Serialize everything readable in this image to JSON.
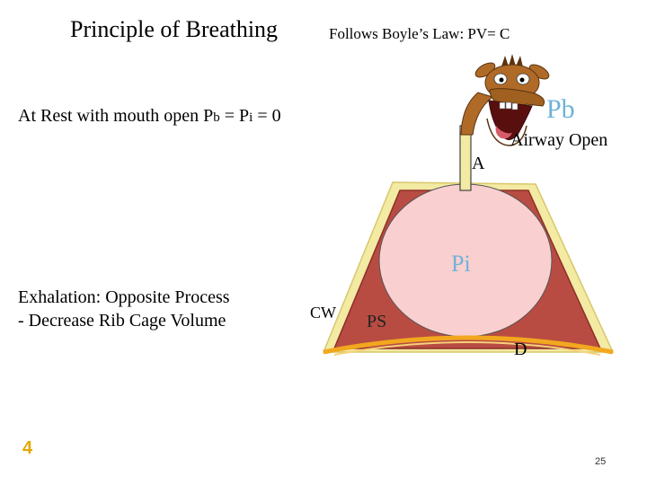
{
  "title": "Principle of Breathing",
  "law": "Follows Boyle’s Law: PV= C",
  "rest": {
    "prefix": "At Rest with mouth open P",
    "sub1": "b",
    "mid": " = P",
    "sub2": "i",
    "suffix": " = 0"
  },
  "airway_label": "Airway Open",
  "diagram": {
    "label_A": "A",
    "label_Pb": "Pb",
    "label_Pi": "Pi",
    "label_CW": "CW",
    "label_PS": "PS",
    "label_D": "D",
    "colors": {
      "chest_wall": "#b84c43",
      "chest_border": "#f3eaa3",
      "lung": "#f9cfcf",
      "diaphragm": "#f2a81e",
      "pressure_text": "#6fb3d8",
      "head": "#a0601f"
    }
  },
  "exhalation": {
    "line1": "Exhalation: Opposite Process",
    "line2": "- Decrease Rib Cage Volume"
  },
  "page_marker": "4",
  "slide_number": "25"
}
